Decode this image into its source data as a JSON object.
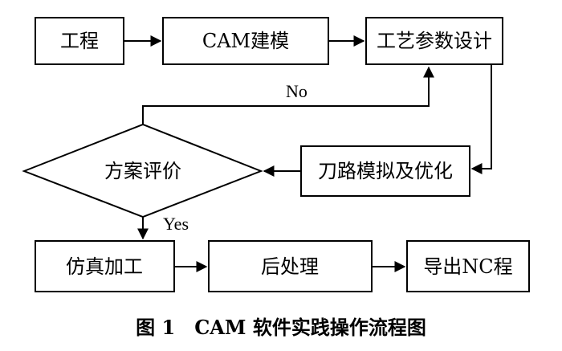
{
  "nodes": {
    "engineering": "工程",
    "cam_modeling": "CAM建模",
    "process_params": "工艺参数设计",
    "toolpath_sim": "刀路模拟及优化",
    "evaluation": "方案评价",
    "simulation": "仿真加工",
    "post_processing": "后处理",
    "export_nc": "导出NC程"
  },
  "edge_labels": {
    "no": "No",
    "yes": "Yes"
  },
  "caption": "图 1　CAM 软件实践操作流程图"
}
